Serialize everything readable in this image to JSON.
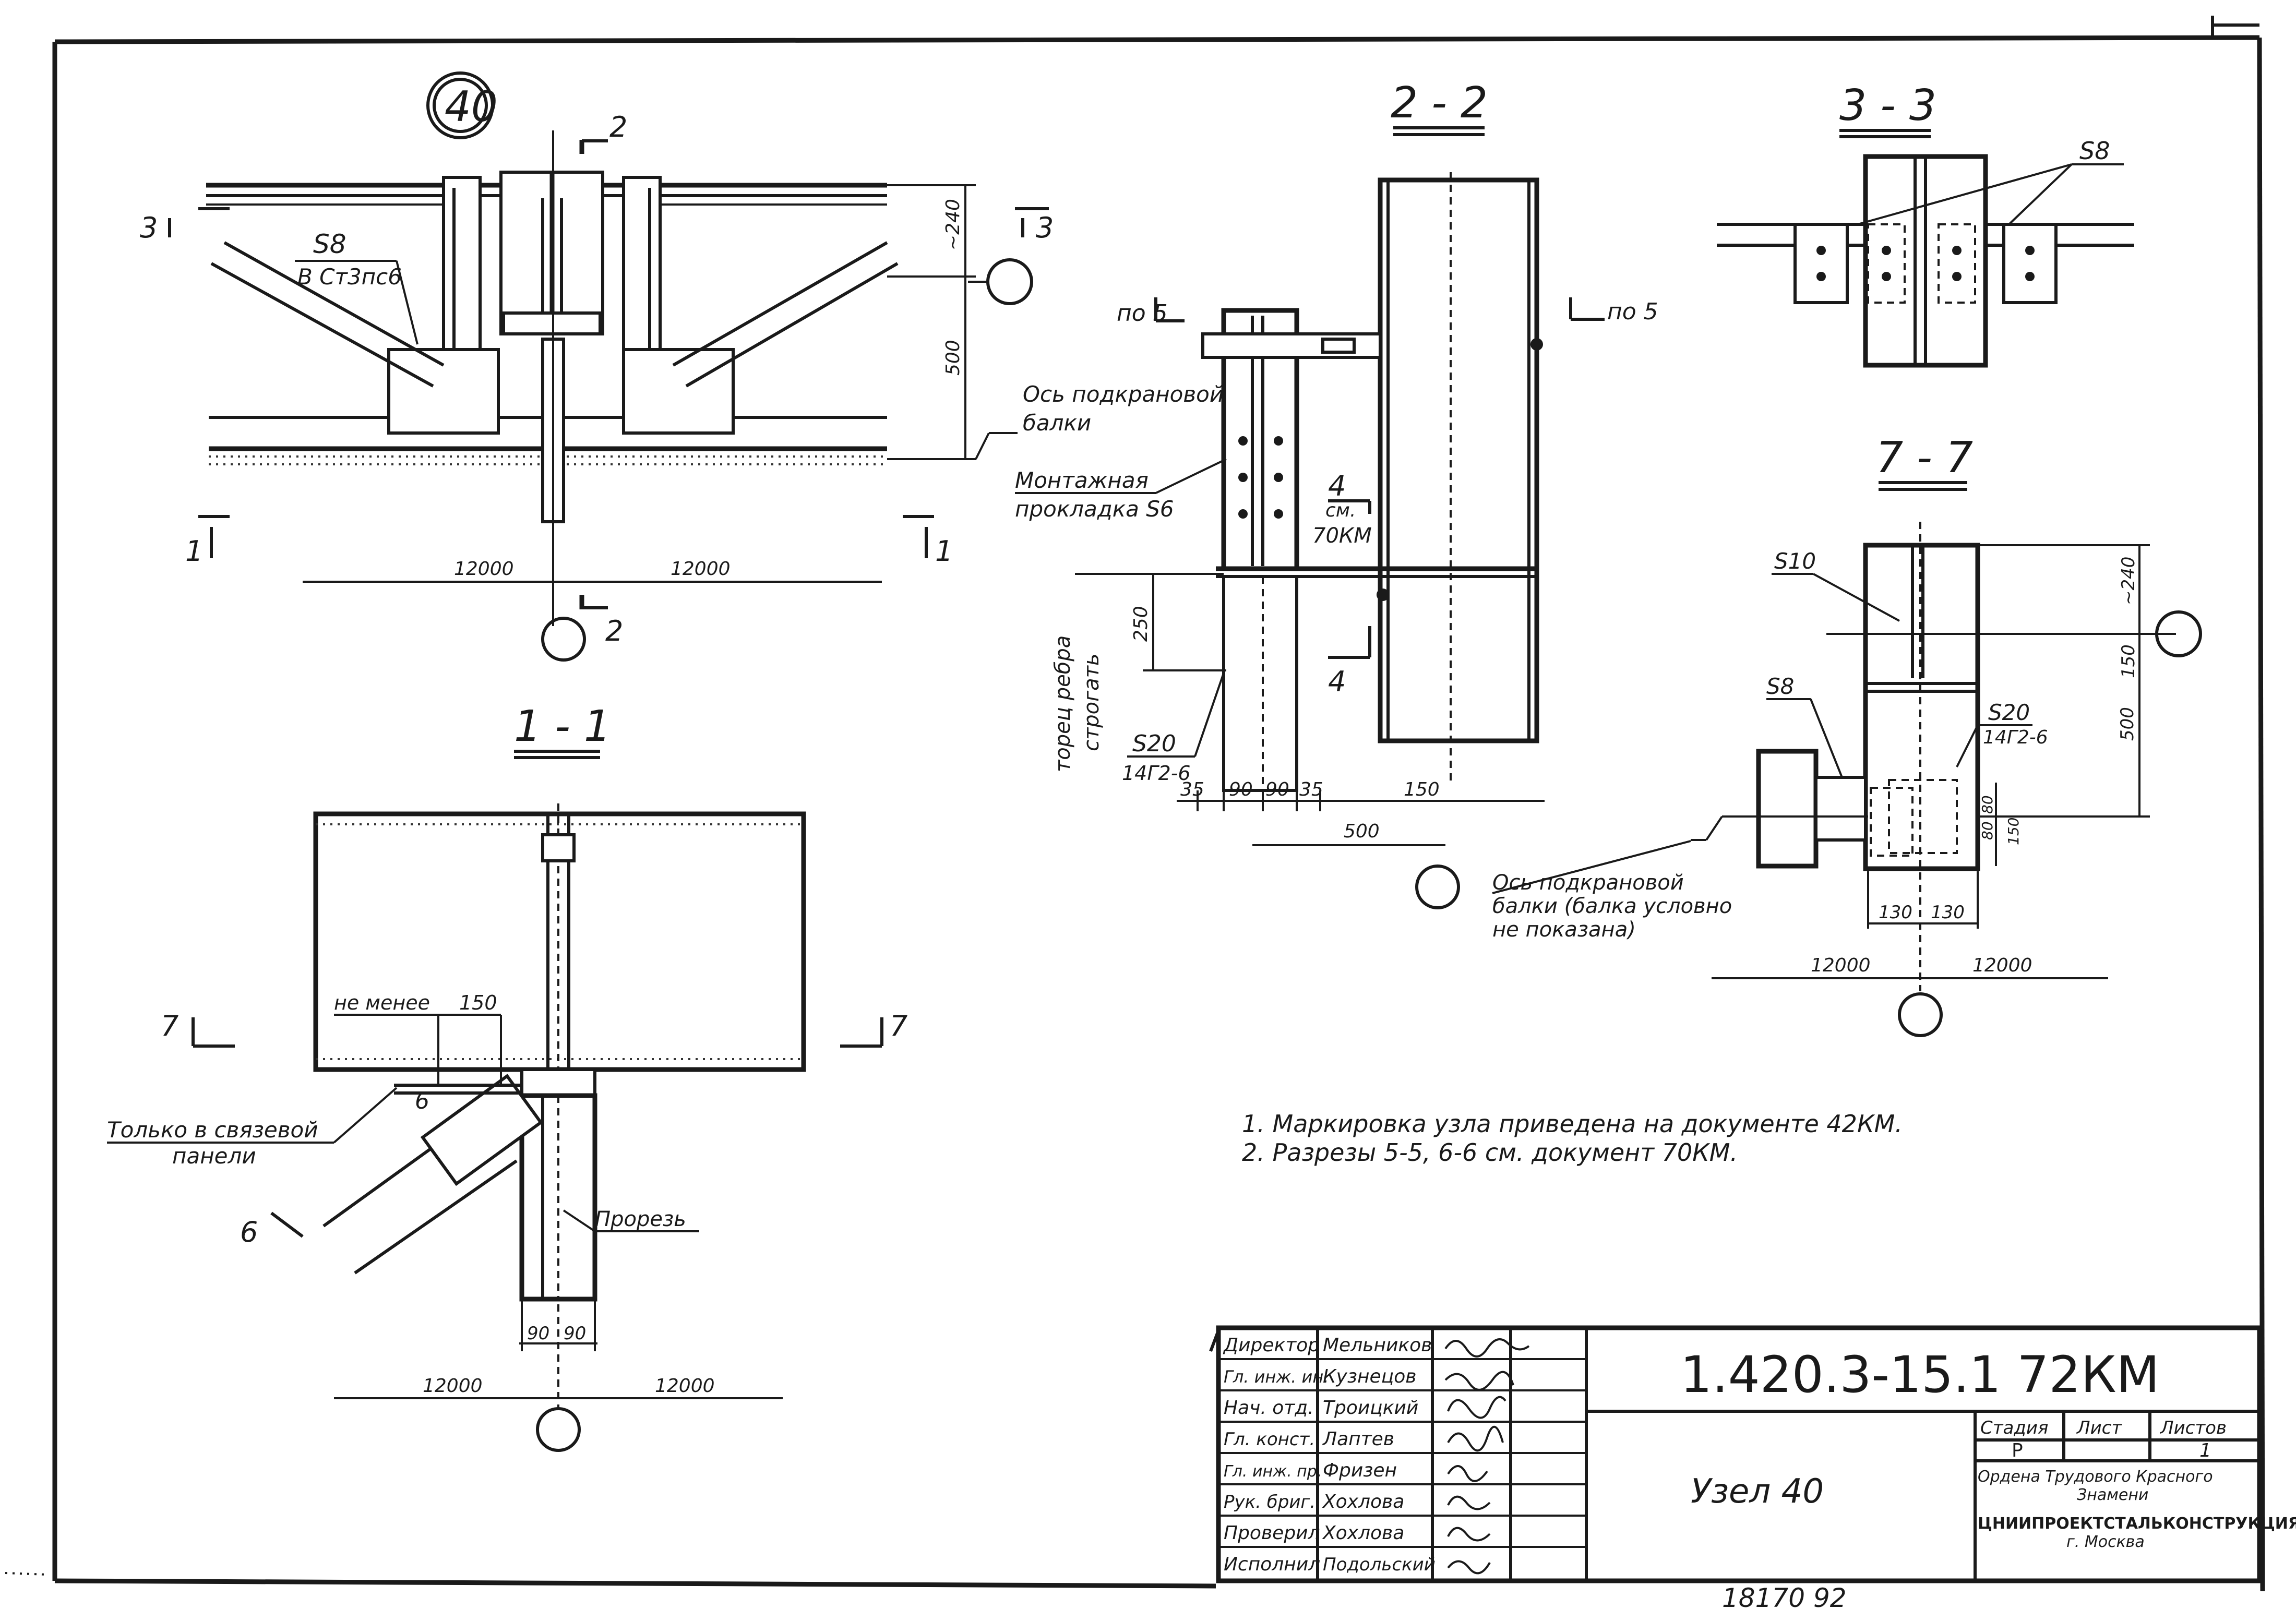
{
  "sheet": {
    "code": "1.420.3-15.1 72КМ",
    "title": "Узел 40",
    "archive_number": "18170 92",
    "stage_header": "Стадия",
    "sheet_header": "Лист",
    "sheets_header": "Листов",
    "stage_value": "Р",
    "sheets_value": "1",
    "org_line1": "Ордена Трудового Красного",
    "org_line2": "Знамени",
    "org_line3": "ЦНИИПРОЕКТСТАЛЬКОНСТРУКЦИЯ",
    "org_line4": "г. Москва",
    "staff": [
      {
        "role": "Директор",
        "name": "Мельников"
      },
      {
        "role": "Гл. инж. ин.",
        "name": "Кузнецов"
      },
      {
        "role": "Нач. отд.",
        "name": "Троицкий"
      },
      {
        "role": "Гл. конст.",
        "name": "Лаптев"
      },
      {
        "role": "Гл. инж. пр.",
        "name": "Фризен"
      },
      {
        "role": "Рук. бриг.",
        "name": "Хохлова"
      },
      {
        "role": "Проверил",
        "name": "Хохлова"
      },
      {
        "role": "Исполнил",
        "name": "Подольский"
      }
    ]
  },
  "notes": [
    "1.  Маркировка  узла  приведена  на  документе 42КМ.",
    "2.  Разрезы 5-5, 6-6  см.  документ  70КМ."
  ],
  "plan_view": {
    "node_mark": "40",
    "cut_2_top": "2",
    "cut_2_bottom": "2",
    "cut_3_left": "3",
    "cut_3_right": "3",
    "cut_1_left": "1",
    "cut_1_right": "1",
    "weld_label_1": "S8",
    "weld_label_2": "В Ст3пс6",
    "dim_240": "~240",
    "dim_500": "500",
    "axis_label_1": "Ось подкрановой",
    "axis_label_2": "балки",
    "span_left": "12000",
    "span_right": "12000"
  },
  "section_2_2": {
    "title": "2 - 2",
    "ref_left": "по 5",
    "ref_right": "по 5",
    "shim_label_1": "Монтажная",
    "shim_label_2": "прокладка S6",
    "cut_4_top": "4",
    "cut_4_bottom": "4",
    "see_label_1": "см.",
    "see_label_2": "70КМ",
    "dim_250": "250",
    "rib_label_1": "торец  ребра",
    "rib_label_2": "строгать",
    "weld_s20": "S20",
    "weld_s20_spec": "14Г2-6",
    "dim_35a": "35",
    "dim_90a": "90",
    "dim_90b": "90",
    "dim_35b": "35",
    "dim_150": "150",
    "dim_500": "500"
  },
  "section_3_3": {
    "title": "3 - 3",
    "weld": "S8"
  },
  "section_7_7": {
    "title": "7 - 7",
    "weld_s10": "S10",
    "weld_s8": "S8",
    "weld_s20": "S20",
    "weld_s20_spec": "14Г2-6",
    "dim_240": "~240",
    "dim_150": "150",
    "dim_500": "500",
    "dim_130a": "130",
    "dim_130b": "130",
    "dim_80a": "80",
    "dim_80b": "80",
    "dim_150b": "150",
    "axis_label_1": "Ось  подкрановой",
    "axis_label_2": "балки (балка  условно",
    "axis_label_3": "не  показана)",
    "span_left": "12000",
    "span_right": "12000"
  },
  "section_1_1": {
    "title": "1 - 1",
    "min_label": "не менее",
    "dim_150": "150",
    "cut_7_left": "7",
    "cut_7_right": "7",
    "cut_6_top": "6",
    "cut_6_bottom": "6",
    "panel_label_1": "Только  в  связевой",
    "panel_label_2": "панели",
    "slot_label": "Прорезь",
    "dim_90a": "90",
    "dim_90b": "90",
    "span_left": "12000",
    "span_right": "12000"
  }
}
